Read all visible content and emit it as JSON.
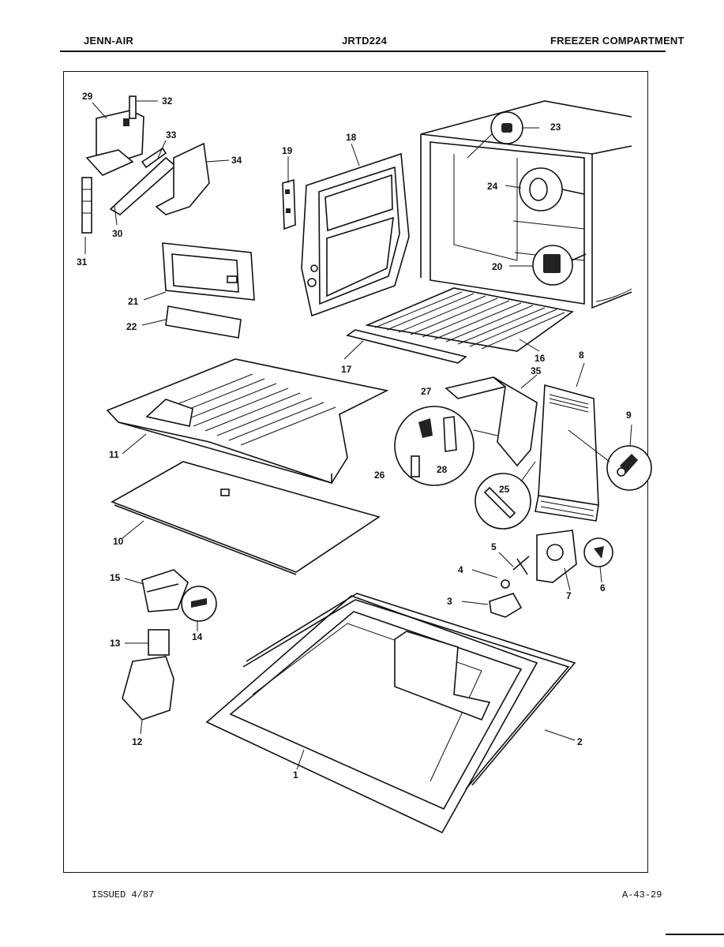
{
  "header": {
    "brand": "JENN-AIR",
    "model": "JRTD224",
    "section": "FREEZER COMPARTMENT"
  },
  "footer": {
    "issued": "ISSUED 4/87",
    "page_code": "A-43-29"
  },
  "callouts": [
    "29",
    "32",
    "33",
    "34",
    "30",
    "31",
    "19",
    "18",
    "23",
    "24",
    "20",
    "21",
    "22",
    "17",
    "16",
    "8",
    "35",
    "27",
    "9",
    "28",
    "26",
    "25",
    "11",
    "10",
    "5",
    "4",
    "7",
    "6",
    "3",
    "15",
    "14",
    "13",
    "12",
    "2",
    "1"
  ]
}
